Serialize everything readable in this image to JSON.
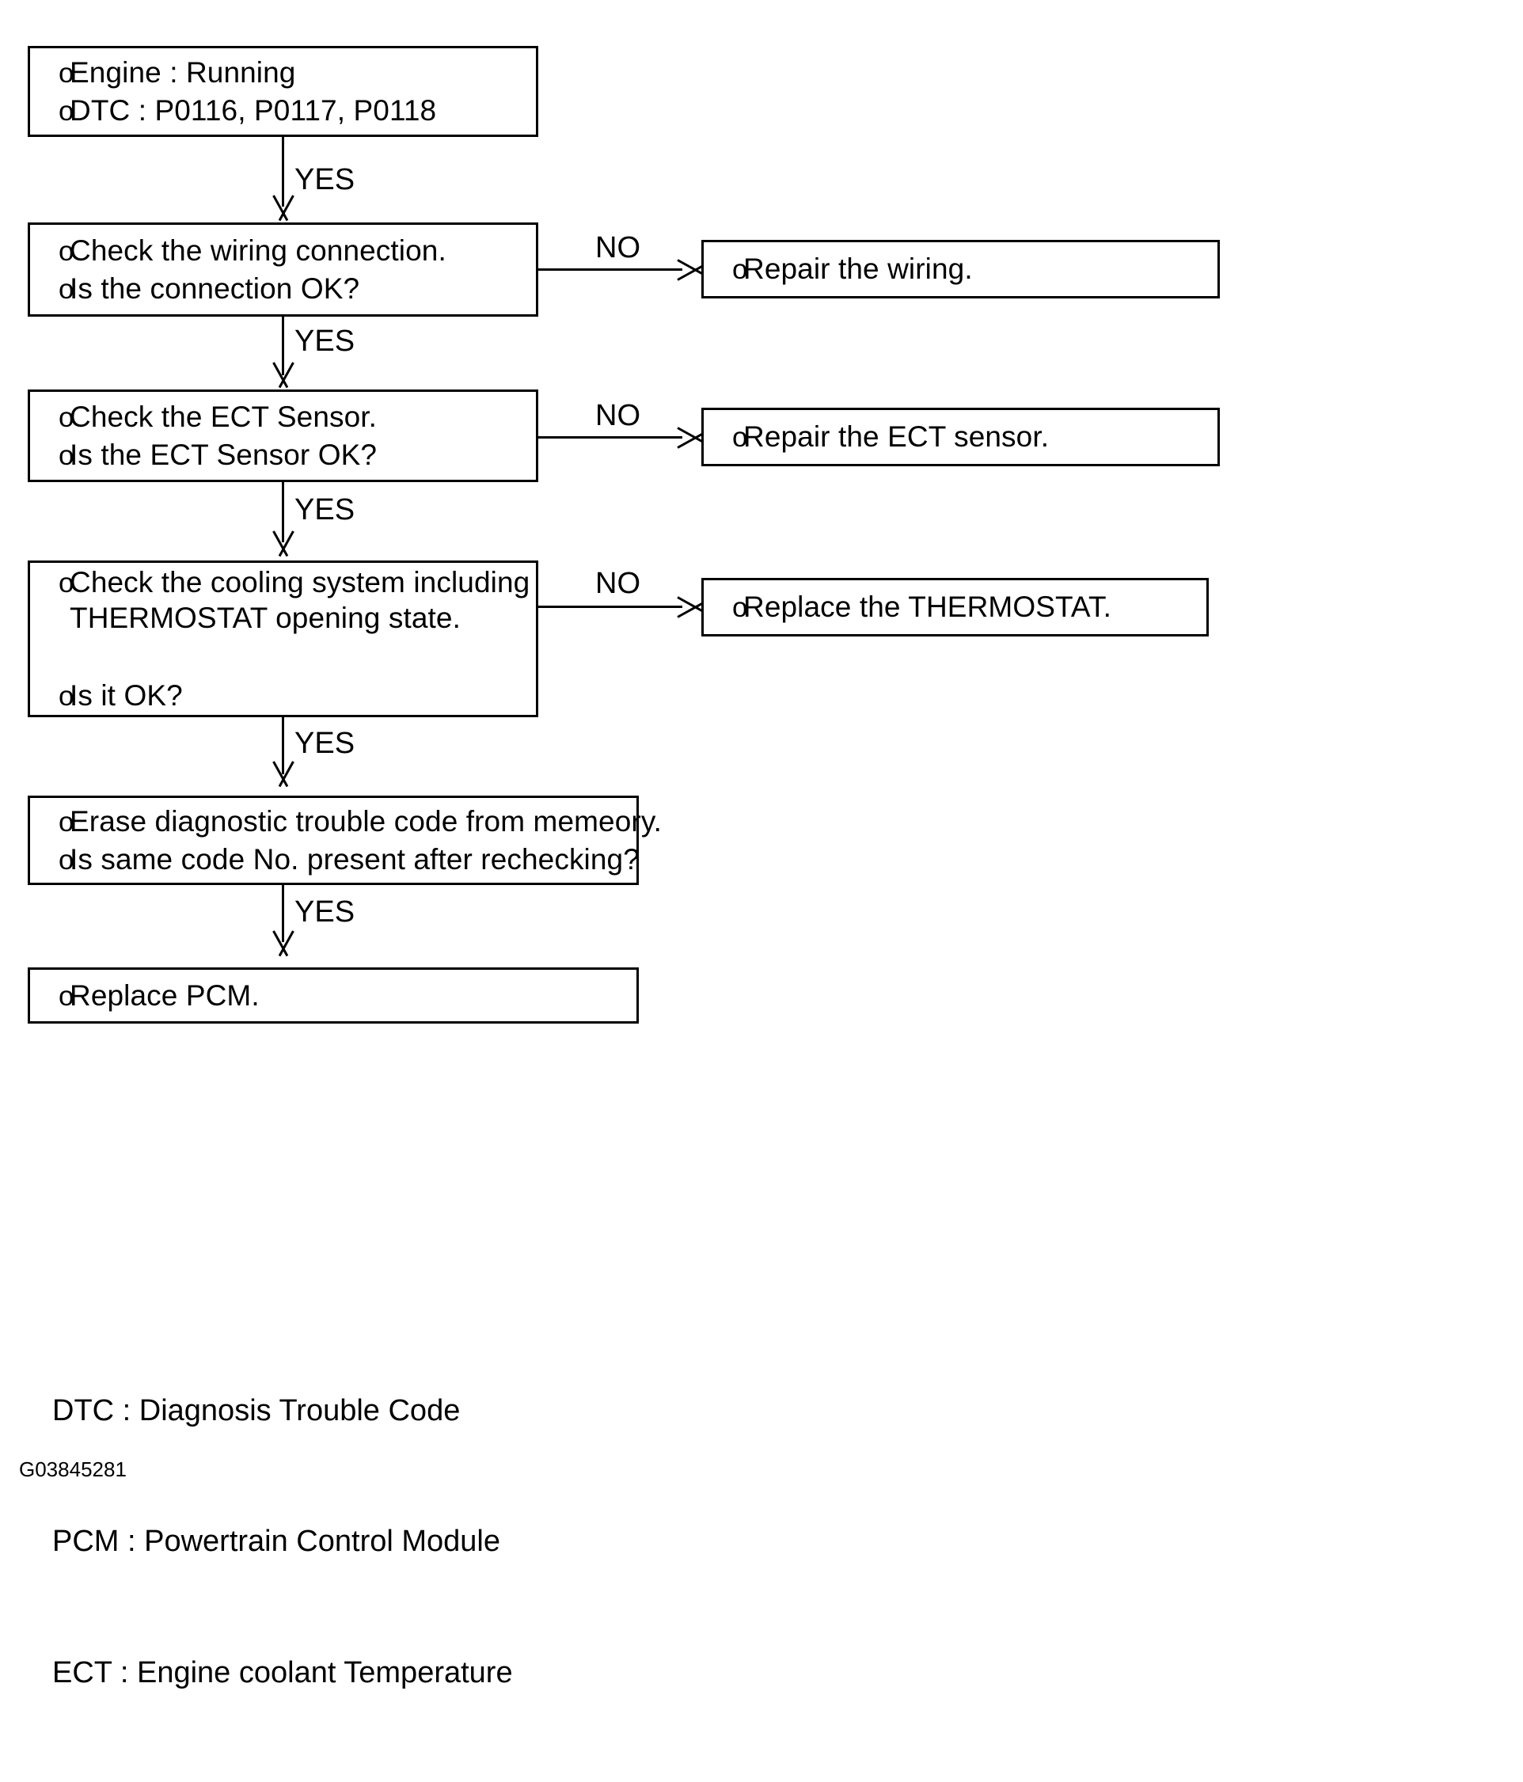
{
  "diagram": {
    "figure_id": "G03845281",
    "nodes": [
      {
        "id": "start",
        "lines": [
          {
            "bullet": "o",
            "text": "Engine : Running"
          },
          {
            "bullet": "o",
            "text": "DTC : P0116, P0117, P0118"
          }
        ]
      },
      {
        "id": "wiring",
        "lines": [
          {
            "bullet": "o",
            "text": "Check the wiring connection."
          },
          {
            "bullet": "o",
            "text": "Is the connection OK?"
          }
        ]
      },
      {
        "id": "repair_wiring",
        "lines": [
          {
            "bullet": "o",
            "text": "Repair the wiring."
          }
        ]
      },
      {
        "id": "ect",
        "lines": [
          {
            "bullet": "o",
            "text": "Check the ECT Sensor."
          },
          {
            "bullet": "o",
            "text": "Is the ECT Sensor OK?"
          }
        ]
      },
      {
        "id": "repair_ect",
        "lines": [
          {
            "bullet": "o",
            "text": "Repair the ECT sensor."
          }
        ]
      },
      {
        "id": "cooling",
        "lines": [
          {
            "bullet": "o",
            "text": "Check the cooling system including"
          },
          {
            "bullet": "",
            "text": "THERMOSTAT opening state."
          },
          {
            "bullet": "o",
            "text": "Is it OK?"
          }
        ]
      },
      {
        "id": "thermostat",
        "lines": [
          {
            "bullet": "o",
            "text": "Replace the THERMOSTAT."
          }
        ]
      },
      {
        "id": "erase",
        "lines": [
          {
            "bullet": "o",
            "text": "Erase diagnostic trouble code from memeory."
          },
          {
            "bullet": "o",
            "text": "Is same code No. present after rechecking?"
          }
        ]
      },
      {
        "id": "pcm",
        "lines": [
          {
            "bullet": "o",
            "text": "Replace PCM."
          }
        ]
      }
    ],
    "edge_labels": {
      "yes_1": "YES",
      "yes_2": "YES",
      "yes_3": "YES",
      "yes_4": "YES",
      "no_1": "NO",
      "no_2": "NO",
      "no_3": "NO"
    },
    "legend": [
      "DTC : Diagnosis Trouble Code",
      "PCM : Powertrain Control Module",
      "ECT : Engine coolant Temperature"
    ]
  }
}
